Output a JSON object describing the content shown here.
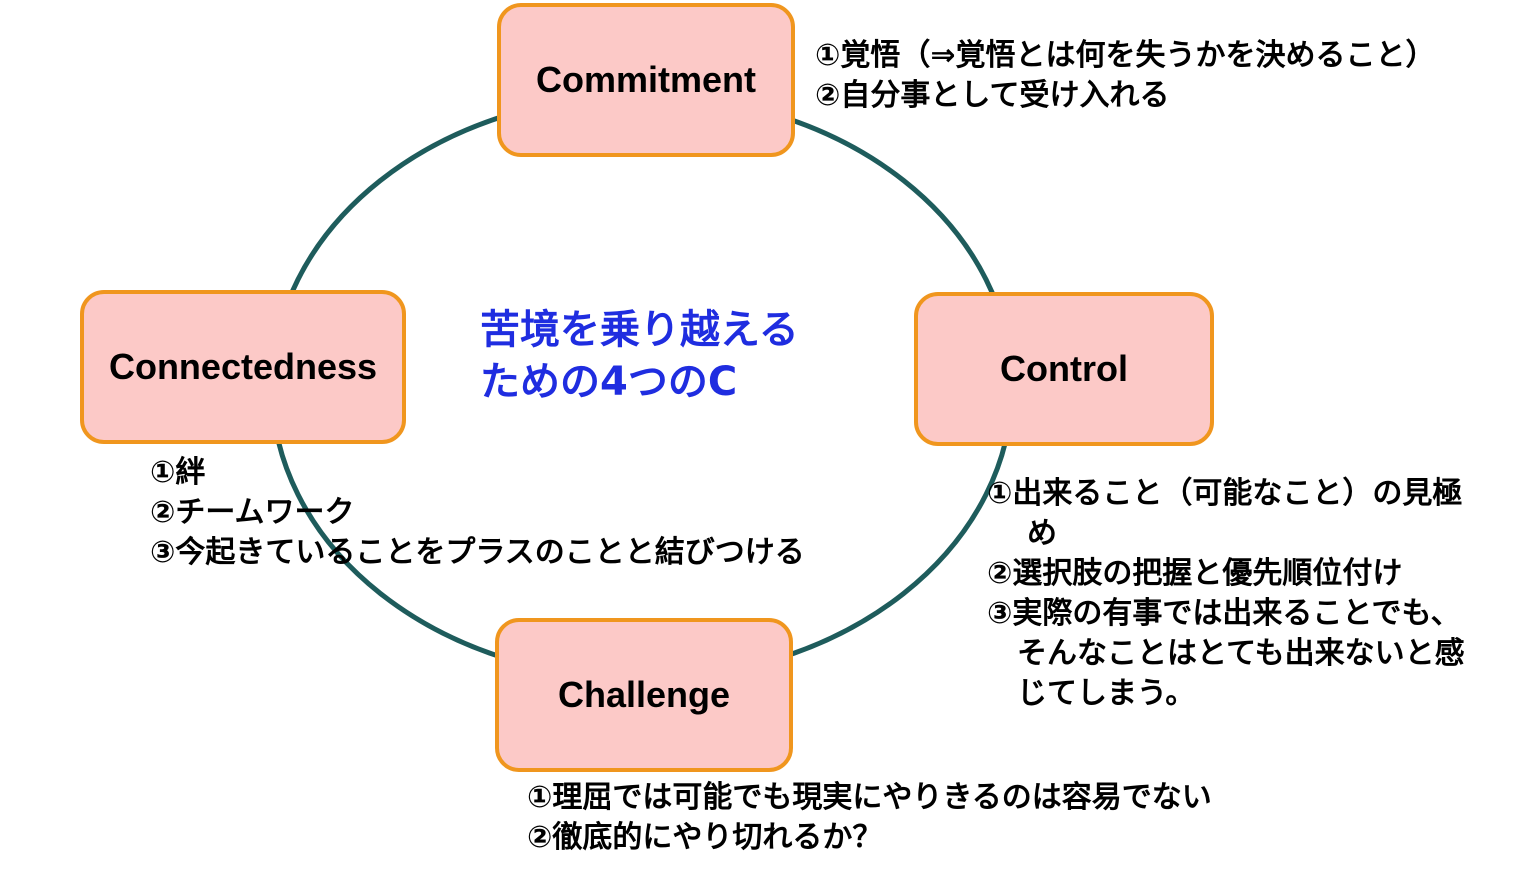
{
  "center_title": {
    "line1": "苦境を乗り越える",
    "line2": "ための4つのC"
  },
  "colors": {
    "ring": "#1e5c5c",
    "node_fill": "#fcc9c7",
    "node_border": "#f0961e",
    "title": "#1f2de0"
  },
  "nodes": {
    "commitment": "Commitment",
    "control": "Control",
    "challenge": "Challenge",
    "connectedness": "Connectedness"
  },
  "notes": {
    "commitment": [
      "①覚悟（⇒覚悟とは何を失うかを決めること）",
      "②自分事として受け入れる"
    ],
    "control": [
      "①出来ること（可能なこと）の見極",
      "め",
      "②選択肢の把握と優先順位付け",
      "③実際の有事では出来ることでも、",
      "そんなことはとても出来ないと感",
      "じてしまう。"
    ],
    "challenge": [
      "①理屈では可能でも現実にやりきるのは容易でない",
      "②徹底的にやり切れるか？"
    ],
    "connectedness": [
      "①絆",
      "②チームワーク",
      "③今起きていることをプラスのことと結びつける"
    ]
  }
}
